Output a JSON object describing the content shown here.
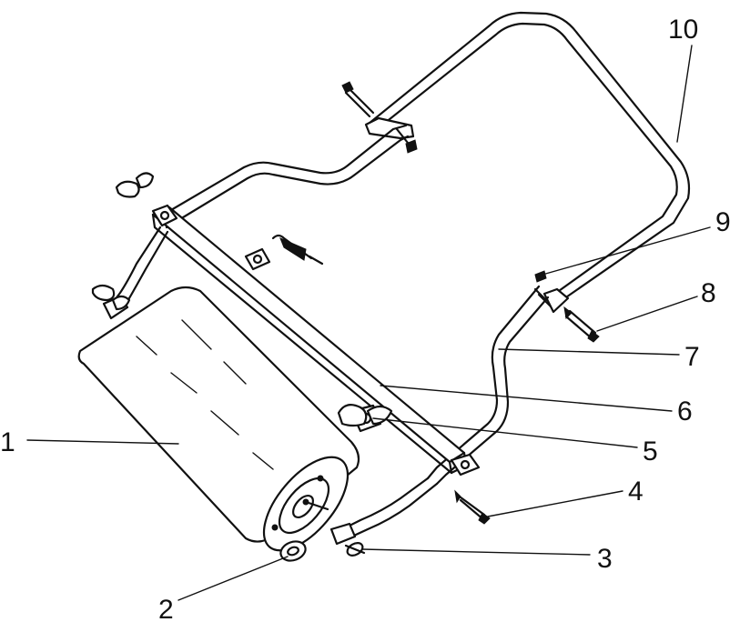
{
  "labels": [
    {
      "key": "part-1",
      "text": "1"
    },
    {
      "key": "part-2",
      "text": "2"
    },
    {
      "key": "part-3",
      "text": "3"
    },
    {
      "key": "part-4",
      "text": "4"
    },
    {
      "key": "part-5",
      "text": "5"
    },
    {
      "key": "part-6",
      "text": "6"
    },
    {
      "key": "part-7",
      "text": "7"
    },
    {
      "key": "part-8",
      "text": "8"
    },
    {
      "key": "part-9",
      "text": "9"
    },
    {
      "key": "part-10",
      "text": "10"
    }
  ]
}
